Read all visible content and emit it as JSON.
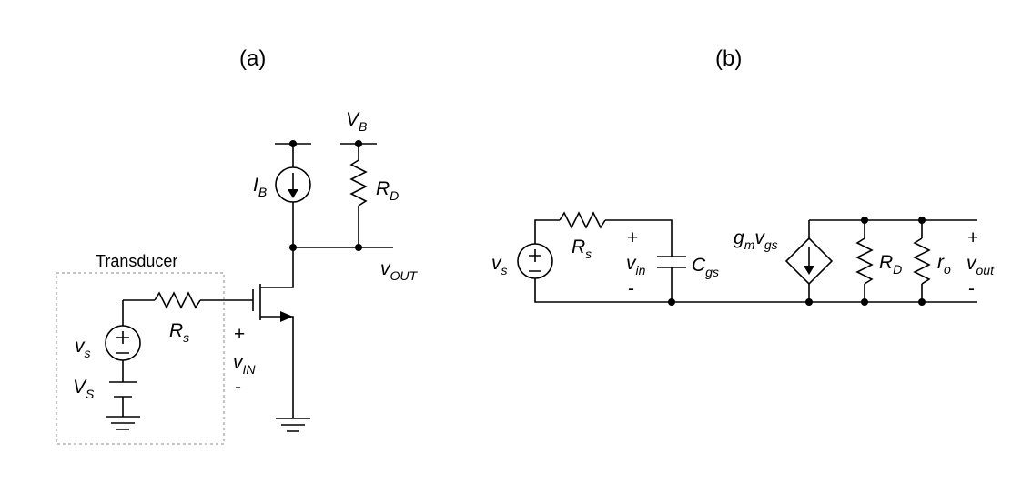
{
  "panel_a": {
    "title": "(a)",
    "transducer_label": "Transducer",
    "vs": {
      "base": "v",
      "sub": "s"
    },
    "VS": {
      "base": "V",
      "sub": "S"
    },
    "Rs": {
      "base": "R",
      "sub": "s"
    },
    "vin": {
      "base": "v",
      "sub": "IN"
    },
    "plus": "+",
    "minus": "-",
    "IB": {
      "base": "I",
      "sub": "B"
    },
    "VB": {
      "base": "V",
      "sub": "B"
    },
    "RD": {
      "base": "R",
      "sub": "D"
    },
    "vout": {
      "base": "v",
      "sub": "OUT"
    }
  },
  "panel_b": {
    "title": "(b)",
    "vs": {
      "base": "v",
      "sub": "s"
    },
    "Rs": {
      "base": "R",
      "sub": "s"
    },
    "vin": {
      "base": "v",
      "sub": "in"
    },
    "Cgs": {
      "base": "C",
      "sub": "gs"
    },
    "gm": {
      "base": "g",
      "sub": "m"
    },
    "vgs": {
      "base": "v",
      "sub": "gs"
    },
    "RD": {
      "base": "R",
      "sub": "D"
    },
    "ro": {
      "base": "r",
      "sub": "o"
    },
    "vout": {
      "base": "v",
      "sub": "out"
    },
    "plus": "+",
    "minus": "-"
  }
}
